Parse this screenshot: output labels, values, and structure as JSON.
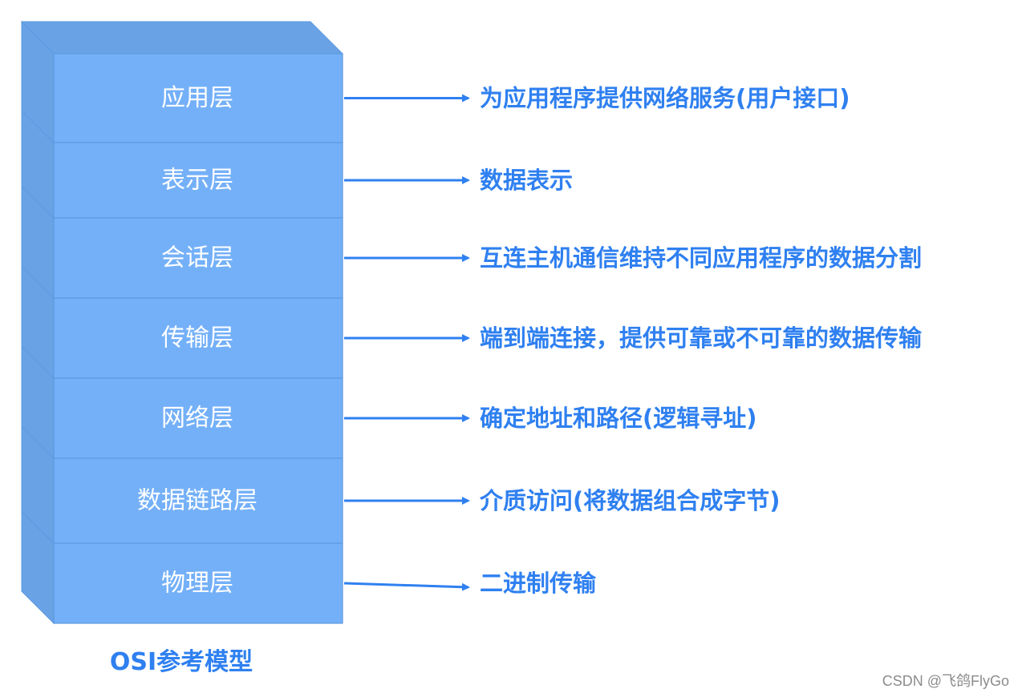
{
  "diagram": {
    "caption": "OSI参考模型",
    "colors": {
      "layer_fill": "#74b0f8",
      "side_fill": "#69a3e6",
      "outline": "#5d9ae0",
      "arrow": "#2f80f0",
      "text_accent": "#2f80f0"
    },
    "layers": [
      {
        "name": "应用层",
        "description": "为应用程序提供网络服务(用户接口)"
      },
      {
        "name": "表示层",
        "description": "数据表示"
      },
      {
        "name": "会话层",
        "description": "互连主机通信维持不同应用程序的数据分割"
      },
      {
        "name": "传输层",
        "description": "端到端连接，提供可靠或不可靠的数据传输"
      },
      {
        "name": "网络层",
        "description": "确定地址和路径(逻辑寻址)"
      },
      {
        "name": "数据链路层",
        "description": "介质访问(将数据组合成字节)"
      },
      {
        "name": "物理层",
        "description": "二进制传输"
      }
    ]
  },
  "watermark": "CSDN @飞鸽FlyGo"
}
